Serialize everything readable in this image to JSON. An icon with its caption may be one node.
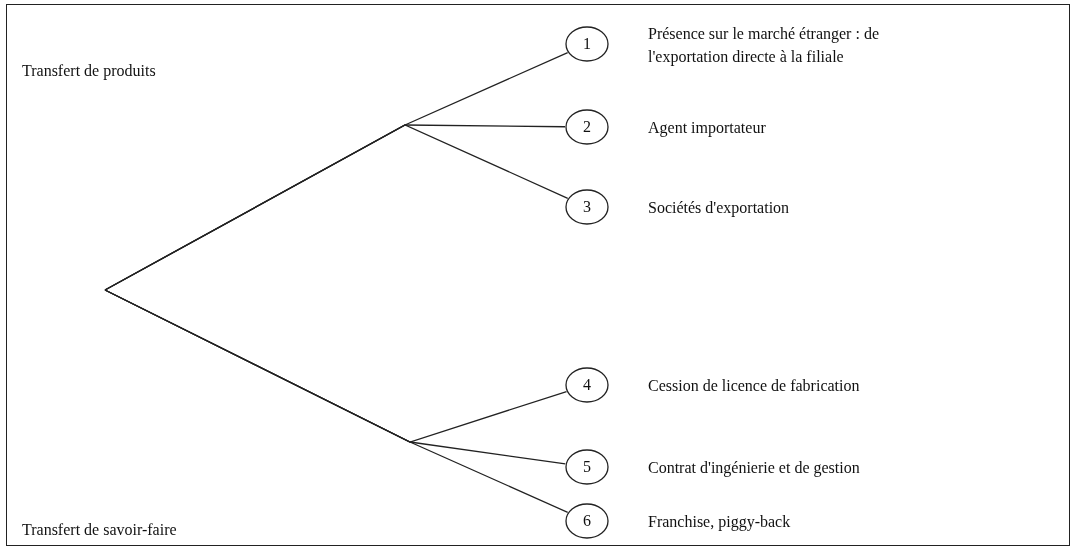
{
  "diagram": {
    "nodes": [
      {
        "text": [
          "1"
        ],
        "beside": [
          "Présence sur le marché étranger : de l'exportation directe à la filiale"
        ]
      },
      {
        "text": [
          "2"
        ],
        "beside": [
          "Agent importateur"
        ]
      },
      {
        "text": [
          "3"
        ],
        "beside": [
          "Sociétés d'exportation"
        ]
      },
      {
        "text": [
          "4"
        ],
        "beside": [
          "Cession de licence de fabrication"
        ]
      },
      {
        "text": [
          "5"
        ],
        "beside": [
          "Contrat d'ingénierie et de gestion"
        ]
      },
      {
        "text": [
          "6"
        ],
        "beside": [
          "Franchise, piggy-back"
        ]
      }
    ],
    "edges": [
      {
        "from": null,
        "to": 0,
        "arrow": "none"
      },
      {
        "from": null,
        "to": 1,
        "arrow": "none"
      },
      {
        "from": null,
        "to": 2,
        "arrow": "none"
      },
      {
        "from": null,
        "to": 3,
        "arrow": "none"
      },
      {
        "from": null,
        "to": 4,
        "arrow": "none"
      },
      {
        "from": null,
        "to": 5,
        "arrow": "none"
      }
    ],
    "labels": [
      "Transfert de produits",
      "Transfert de savoir-faire"
    ]
  }
}
